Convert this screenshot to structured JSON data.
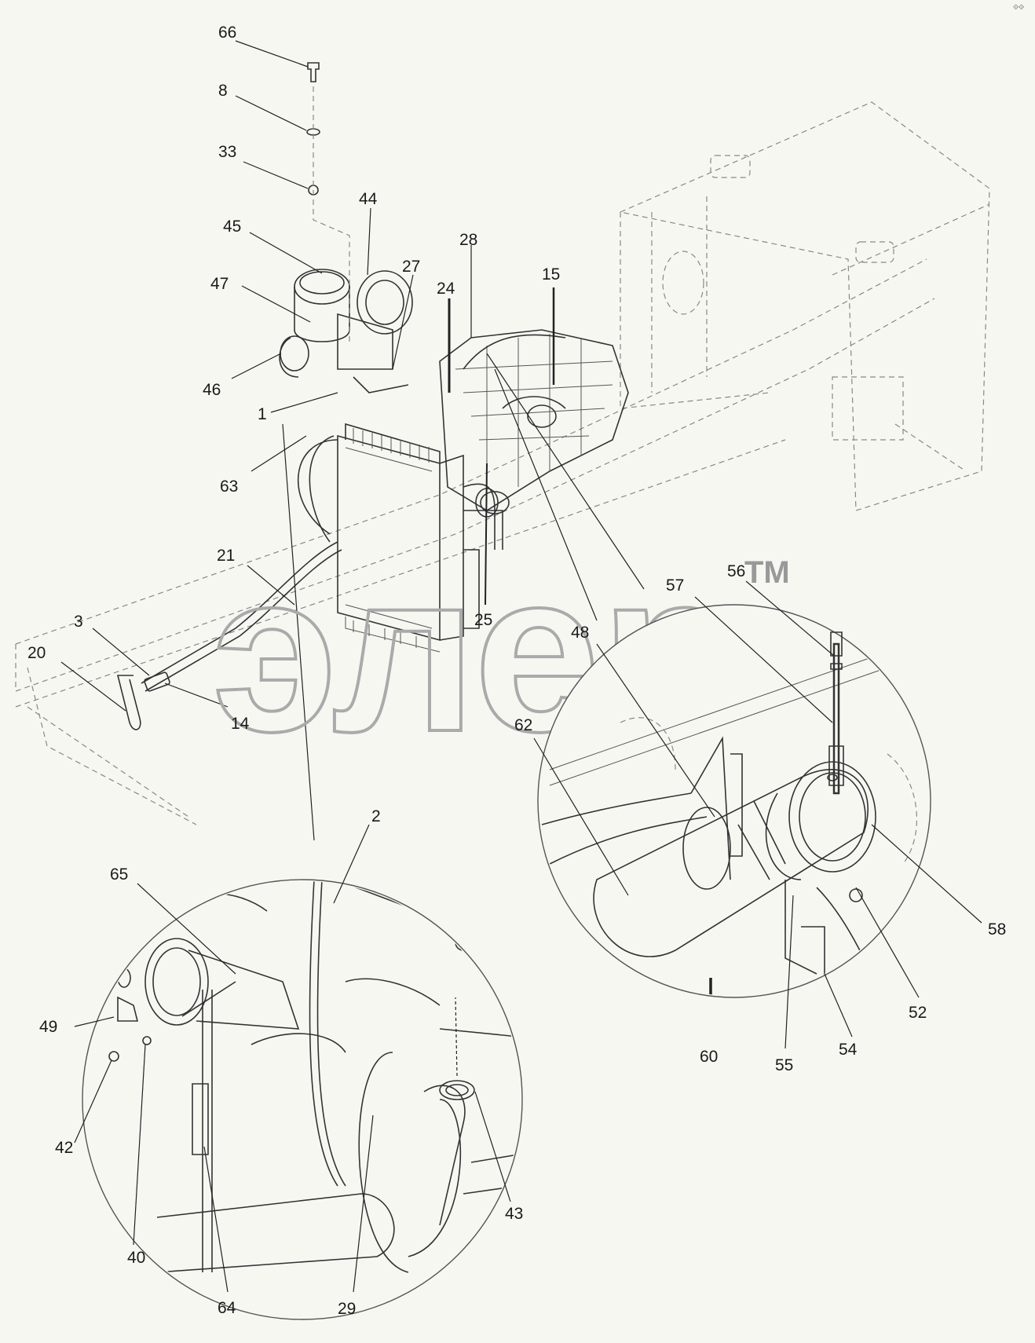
{
  "watermark": {
    "text": "элер",
    "mark": "TM"
  },
  "labels": [
    {
      "id": "66",
      "text": "66"
    },
    {
      "id": "8",
      "text": "8"
    },
    {
      "id": "33",
      "text": "33"
    },
    {
      "id": "44",
      "text": "44"
    },
    {
      "id": "45",
      "text": "45"
    },
    {
      "id": "47",
      "text": "47"
    },
    {
      "id": "46",
      "text": "46"
    },
    {
      "id": "27",
      "text": "27"
    },
    {
      "id": "28",
      "text": "28"
    },
    {
      "id": "24",
      "text": "24"
    },
    {
      "id": "15",
      "text": "15"
    },
    {
      "id": "1",
      "text": "1"
    },
    {
      "id": "63",
      "text": "63"
    },
    {
      "id": "21",
      "text": "21"
    },
    {
      "id": "3",
      "text": "3"
    },
    {
      "id": "20",
      "text": "20"
    },
    {
      "id": "14",
      "text": "14"
    },
    {
      "id": "25",
      "text": "25"
    },
    {
      "id": "56",
      "text": "56"
    },
    {
      "id": "57",
      "text": "57"
    },
    {
      "id": "48",
      "text": "48"
    },
    {
      "id": "62",
      "text": "62"
    },
    {
      "id": "58",
      "text": "58"
    },
    {
      "id": "52",
      "text": "52"
    },
    {
      "id": "54",
      "text": "54"
    },
    {
      "id": "55",
      "text": "55"
    },
    {
      "id": "60",
      "text": "60"
    },
    {
      "id": "2",
      "text": "2"
    },
    {
      "id": "65",
      "text": "65"
    },
    {
      "id": "49",
      "text": "49"
    },
    {
      "id": "42",
      "text": "42"
    },
    {
      "id": "40",
      "text": "40"
    },
    {
      "id": "64",
      "text": "64"
    },
    {
      "id": "29",
      "text": "29"
    },
    {
      "id": "43",
      "text": "43"
    }
  ]
}
